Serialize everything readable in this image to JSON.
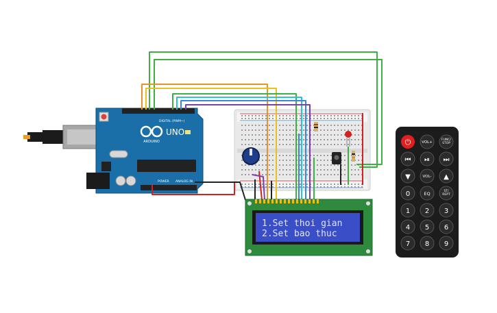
{
  "arduino": {
    "brand": "UNO",
    "logo_text": "ARDUINO",
    "digital_label": "DIGITAL (PWM~)",
    "power_label": "POWER",
    "analog_label": "ANALOG IN",
    "colors": {
      "board": "#1a6fa8",
      "chip": "#222222"
    }
  },
  "lcd": {
    "line1": "1.Set thoi gian",
    "line2": "2.Set bao thuc",
    "colors": {
      "pcb": "#2e8b3e",
      "screen": "#3a4ec8",
      "text": "#dfe6ff"
    }
  },
  "remote": {
    "buttons": {
      "power": "⏻",
      "vol_plus": "VOL+",
      "func_stop": "FUNC/\nSTOP",
      "prev": "⏮",
      "play_pause": "⏯",
      "next": "⏭",
      "down": "▼",
      "vol_minus": "VOL-",
      "up": "▲",
      "zero": "0",
      "eq": "EQ",
      "st_rept": "ST/\nREPT",
      "one": "1",
      "two": "2",
      "three": "3",
      "four": "4",
      "five": "5",
      "six": "6",
      "seven": "7",
      "eight": "8",
      "nine": "9"
    },
    "colors": {
      "body": "#1c1c1c",
      "button": "#2b2b2b",
      "power": "#e02020"
    }
  },
  "wires": {
    "green": "#3cb043",
    "orange": "#e8922a",
    "yellow": "#e8c21a",
    "blue": "#3a86d8",
    "cyan": "#2cc2d0",
    "purple": "#7b3fa8",
    "red": "#d42020",
    "black": "#222222"
  }
}
